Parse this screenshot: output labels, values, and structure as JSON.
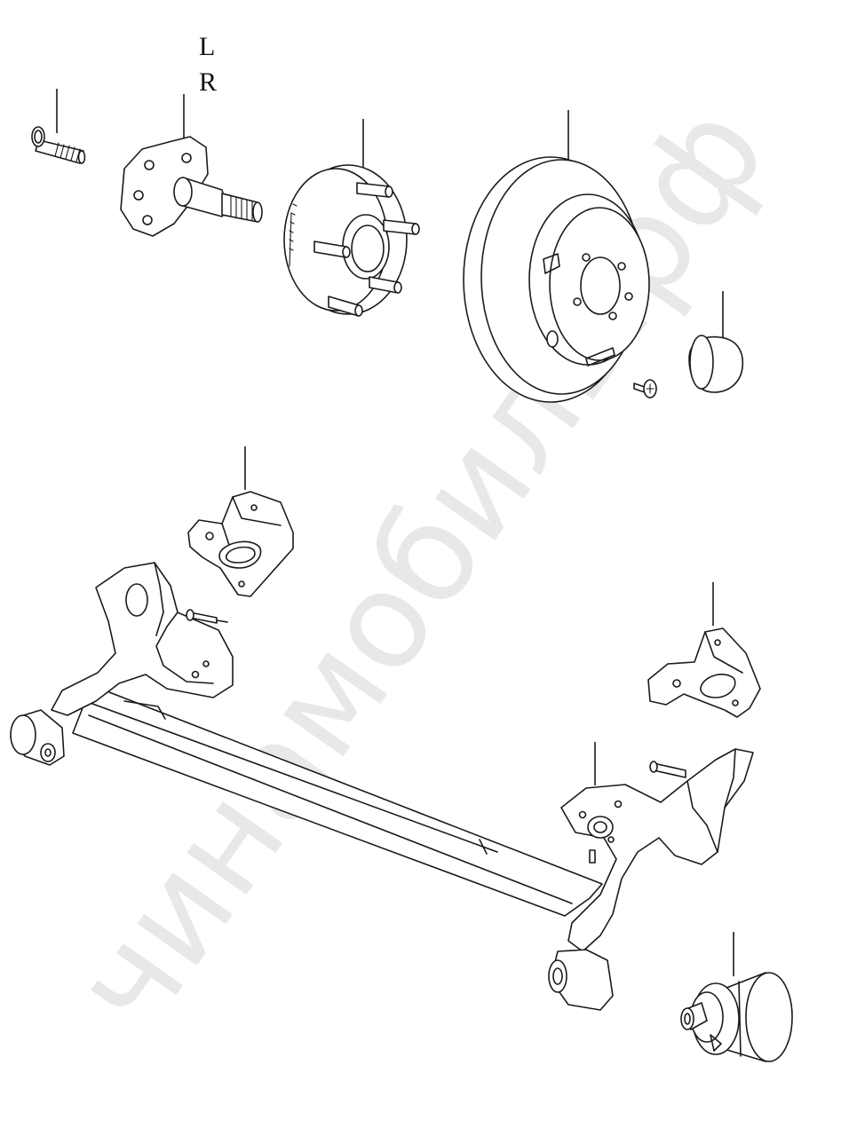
{
  "labels": {
    "left": "L",
    "right": "R"
  },
  "watermark": "чинамобиль.рф",
  "parts": [
    {
      "name": "wheel-bolt"
    },
    {
      "name": "spindle"
    },
    {
      "name": "hub-bearing"
    },
    {
      "name": "brake-disc"
    },
    {
      "name": "disc-screw"
    },
    {
      "name": "dust-cap"
    },
    {
      "name": "left-mount-bracket"
    },
    {
      "name": "right-mount-bracket"
    },
    {
      "name": "rear-axle-beam"
    },
    {
      "name": "beam-bushing"
    }
  ]
}
